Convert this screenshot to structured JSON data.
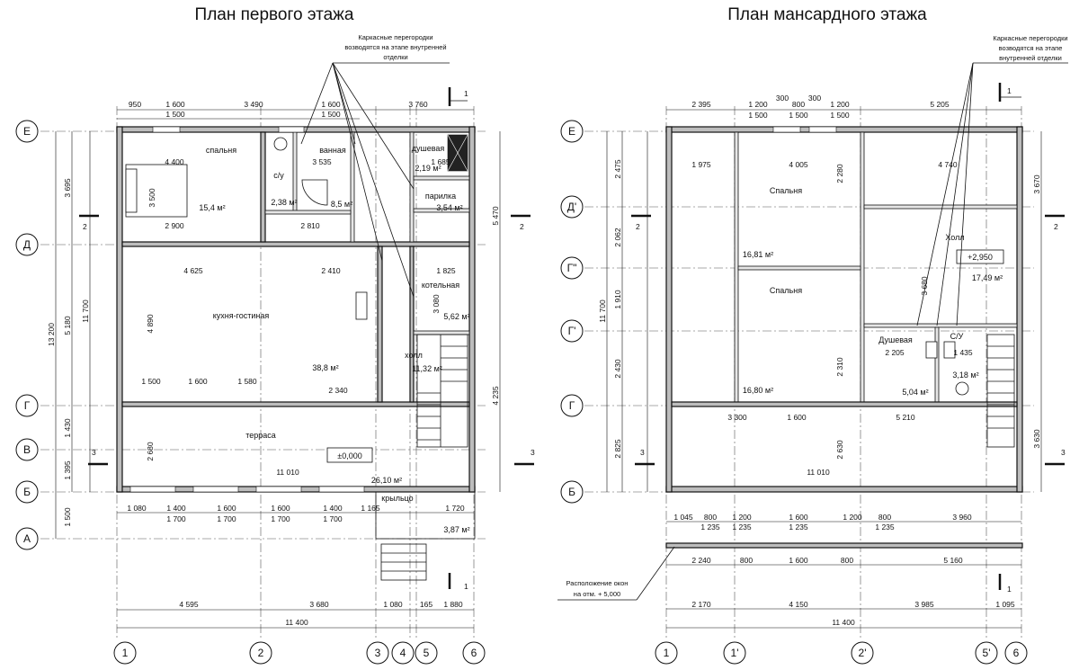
{
  "titles": {
    "first_floor": "План первого этажа",
    "attic_floor": "План мансардного этажа"
  },
  "notes": {
    "frame_partitions_line1": "Каркасные перегородки",
    "frame_partitions_line2": "возводятся на этапе внутренней",
    "frame_partitions_line3": "отделки",
    "frame_partitions_r1": "Каркасные перегородки",
    "frame_partitions_r2": "возводятся на этапе",
    "frame_partitions_r3": "внутренней отделки",
    "windows_line1": "Расположение окон",
    "windows_line2": "на отм. + 5,000"
  },
  "axes_left": {
    "cols": [
      "1",
      "2",
      "3",
      "4",
      "5",
      "6"
    ],
    "rows": [
      "Е",
      "Д",
      "Г",
      "В",
      "Б",
      "А"
    ]
  },
  "axes_right": {
    "cols": [
      "1",
      "1'",
      "2'",
      "5'",
      "6"
    ],
    "rows": [
      "Е",
      "Д'",
      "Г\"",
      "Г'",
      "Г",
      "Б"
    ]
  },
  "section_marks": {
    "one": "1",
    "two": "2",
    "three": "3"
  },
  "rooms_first": {
    "bedroom": "спальня",
    "bath": "ванная",
    "shower": "душевая",
    "wc": "с/у",
    "sauna": "парилка",
    "kitchen": "кухня-гостиная",
    "boiler": "котельная",
    "hall": "холл",
    "terrace": "терраса",
    "porch": "крыльцо",
    "level": "±0,000"
  },
  "areas_first": {
    "bedroom": "15,4 м²",
    "wc": "2,38 м²",
    "bath": "8,5 м²",
    "shower": "2,19 м²",
    "sauna": "3,54 м²",
    "kitchen": "38,8 м²",
    "boiler": "5,62 м²",
    "hall": "11,32 м²",
    "terrace": "26,10 м²",
    "porch": "3,87 м²"
  },
  "rooms_attic": {
    "bedroom1": "Спальня",
    "bedroom2": "Спальня",
    "hall": "Холл",
    "shower": "Душевая",
    "wc": "С/У",
    "level": "+2,950"
  },
  "areas_attic": {
    "bedroom1": "16,81 м²",
    "bedroom2": "16,80 м²",
    "hall": "17,49 м²",
    "shower": "5,04 м²",
    "wc": "3,18 м²"
  },
  "dims_first": {
    "top1": [
      "950",
      "1 600",
      "3 490",
      "1 600",
      "3 760"
    ],
    "top2": [
      "1 500",
      "1 500"
    ],
    "bottom1": [
      "1 080",
      "1 400",
      "1 600",
      "1 600",
      "1 400",
      "1 165",
      "1 720"
    ],
    "bottom1b": [
      "1 700",
      "1 700",
      "1 700",
      "1 700"
    ],
    "bottom2": [
      "4 595",
      "3 680",
      "1 080",
      "165",
      "1 880"
    ],
    "bottom_total": "11 400",
    "left_outer": [
      "3 695",
      "5 180",
      "1 430",
      "1 395",
      "1 500"
    ],
    "left_total": "13 200",
    "left_inner": "11 700",
    "right": [
      "5 470",
      "4 235"
    ],
    "inner": [
      "4 400",
      "3 535",
      "1 685",
      "4 625",
      "2 410",
      "1 825",
      "11 010",
      "2 900",
      "2 810",
      "1 500",
      "1 600",
      "1 580",
      "2 340",
      "3 500",
      "4 890",
      "2 680",
      "3 080"
    ]
  },
  "dims_attic": {
    "top1": [
      "2 395",
      "1 200",
      "300",
      "800",
      "300",
      "1 200",
      "5 205"
    ],
    "top2": [
      "1 500",
      "1 500",
      "1 500"
    ],
    "bottom1": [
      "1 045",
      "800",
      "1 200",
      "1 600",
      "1 200",
      "800",
      "3 960"
    ],
    "bottom1b": [
      "1 235",
      "1 235",
      "1 235",
      "1 235"
    ],
    "bottom2": [
      "2 240",
      "800",
      "1 600",
      "800",
      "5 160"
    ],
    "bottom3": [
      "2 170",
      "4 150",
      "3 985",
      "1 095"
    ],
    "bottom_total": "11 400",
    "left_outer": [
      "2 475",
      "2 062",
      "1 910",
      "2 430",
      "2 825"
    ],
    "left_total": "11 700",
    "right": [
      "3 670",
      "3 630"
    ],
    "inner": [
      "1 975",
      "4 005",
      "4 740",
      "3 300",
      "1 600",
      "5 210",
      "11 010",
      "2 280",
      "3 680",
      "2 205",
      "1 435",
      "2 310",
      "2 630"
    ]
  }
}
